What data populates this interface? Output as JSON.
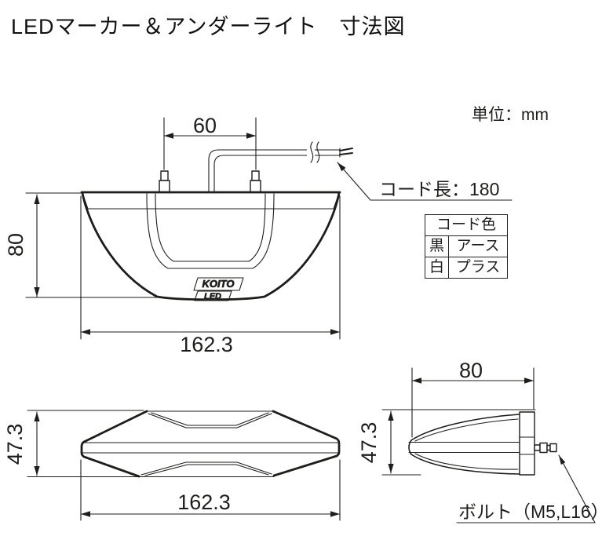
{
  "colors": {
    "line": "#1d1d1b",
    "background": "#ffffff"
  },
  "title": "LEDマーカー＆アンダーライト　寸法図",
  "unit_label": "単位：mm",
  "front_view": {
    "bolt_spacing": "60",
    "height": "80",
    "width": "162.3",
    "cord_length_label": "コード長：180",
    "logo_top": "KOITO",
    "logo_bottom": "LED"
  },
  "cord_table": {
    "header": "コード色",
    "rows": [
      {
        "color": "黒",
        "polarity": "アース"
      },
      {
        "color": "白",
        "polarity": "プラス"
      }
    ]
  },
  "top_view": {
    "height": "47.3",
    "width": "162.3"
  },
  "side_view": {
    "depth": "80",
    "height": "47.3",
    "bolt_label": "ボルト（M5,L16）"
  }
}
